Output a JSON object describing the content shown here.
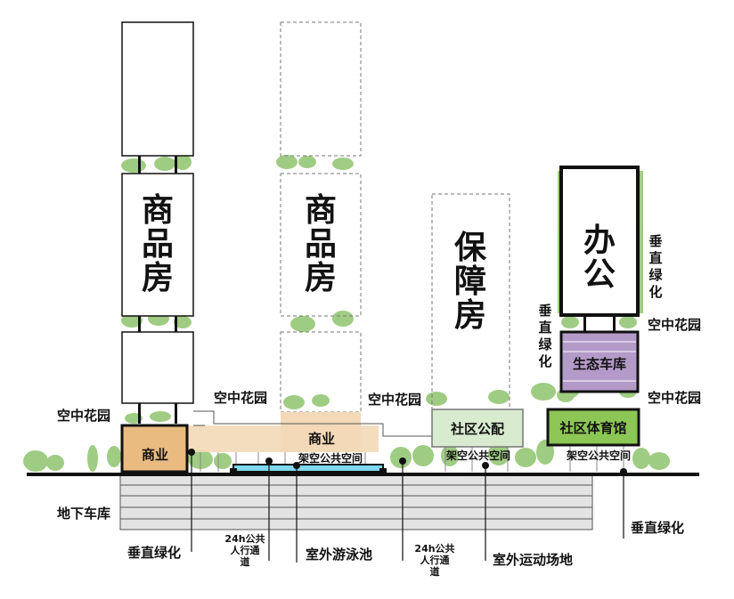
{
  "towers": {
    "residential_1": "商品房",
    "residential_2": "商品房",
    "affordable": "保障房",
    "office": "办公"
  },
  "podium": {
    "commercial_left": "商业",
    "commercial_center": "商业",
    "community_facility": "社区公配",
    "community_gym": "社区体育馆",
    "eco_parking": "生态车库"
  },
  "labels": {
    "sky_garden_left": "空中花园",
    "sky_garden_mid": "空中花园",
    "sky_garden_right": "空中花园",
    "sky_garden_office_upper": "空中花园",
    "sky_garden_office_lower": "空中花园",
    "vertical_green_office_right": "垂直绿化",
    "vertical_green_office_left": "垂直绿化",
    "stilt_space_1": "架空公共空间",
    "stilt_space_2": "架空公共空间",
    "stilt_space_3": "架空公共空间",
    "underground_parking": "地下车库"
  },
  "callouts": {
    "vertical_green_bottom": "垂直绿化",
    "pedestrian_path_1": [
      "24h公共",
      "人行通",
      "道"
    ],
    "outdoor_pool": "室外游泳池",
    "pedestrian_path_2": [
      "24h公共",
      "人行通",
      "道"
    ],
    "sports_field": "室外运动场地",
    "vertical_green_right": "垂直绿化"
  },
  "colors": {
    "commercial": "#e9bb80",
    "commercial_light": "#f3d9b8",
    "community_facility": "#d8ebcf",
    "community_gym": "#8cc655",
    "eco_parking": "#b49ac8",
    "pool": "#7fd8ee",
    "greenery": "#8fc46e",
    "basement": "#e3e3e3"
  }
}
